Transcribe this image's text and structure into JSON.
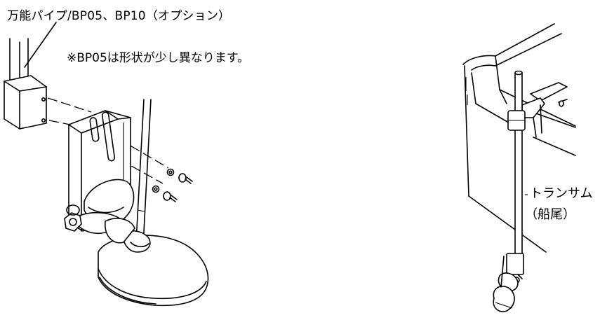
{
  "labels": {
    "pipe_title": "万能パイプ/BP05、BP10（オプション）",
    "note": "※BP05は形状が少し異なります。",
    "transom_line1": "トランサム",
    "transom_line2": "（船尾）"
  }
}
